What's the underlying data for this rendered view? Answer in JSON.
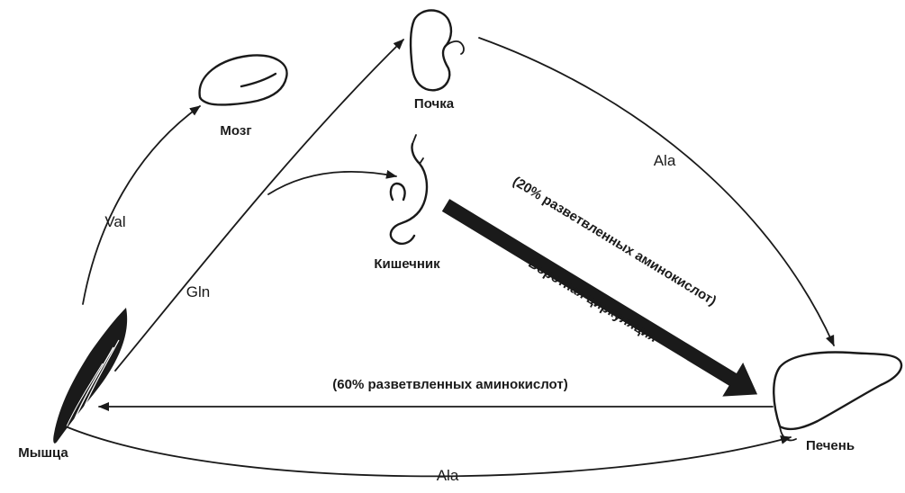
{
  "organs": {
    "brain": "Мозг",
    "kidney": "Почка",
    "intestine": "Кишечник",
    "muscle": "Мышца",
    "liver": "Печень"
  },
  "flows": {
    "val": "Val",
    "gln": "Gln",
    "ala_kidney_liver": "Ala",
    "ala_muscle_liver": "Ala"
  },
  "notes": {
    "liver_to_muscle": "(60% разветвленных аминокислот)",
    "portal_percent": "(20% разветвленных аминокислот)",
    "portal_circulation": "Воротная циркуляция"
  },
  "icons": {
    "brain": "brain-icon",
    "kidney": "kidney-icon",
    "intestine": "intestine-icon",
    "muscle": "muscle-icon",
    "liver": "liver-icon"
  },
  "colors": {
    "ink": "#1a1a1a",
    "background": "#ffffff"
  }
}
